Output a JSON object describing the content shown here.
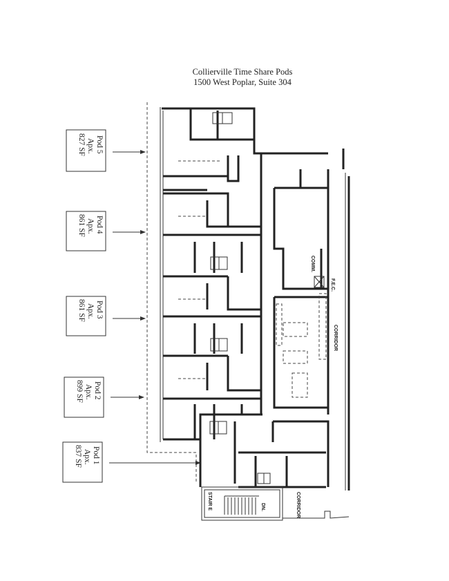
{
  "title": {
    "line1": "Collierville Time Share Pods",
    "line2": "1500 West Poplar, Suite 304"
  },
  "pods": [
    {
      "name": "Pod 5",
      "apx": "Apx.",
      "area": "827 SF"
    },
    {
      "name": "Pod 4",
      "apx": "Apx.",
      "area": "861 SF"
    },
    {
      "name": "Pod 3",
      "apx": "Apx.",
      "area": "861 SF"
    },
    {
      "name": "Pod 2",
      "apx": "Apx.",
      "area": "899 SF"
    },
    {
      "name": "Pod 1",
      "apx": "Apx.",
      "area": "837 SF"
    }
  ],
  "plan_labels": {
    "comm": "COMM.",
    "fec": "F.E.C.",
    "corridor_upper": "CORRIDOR",
    "corridor_lower": "CORRIDOR",
    "stair": "STAIR E",
    "down": "DN."
  }
}
